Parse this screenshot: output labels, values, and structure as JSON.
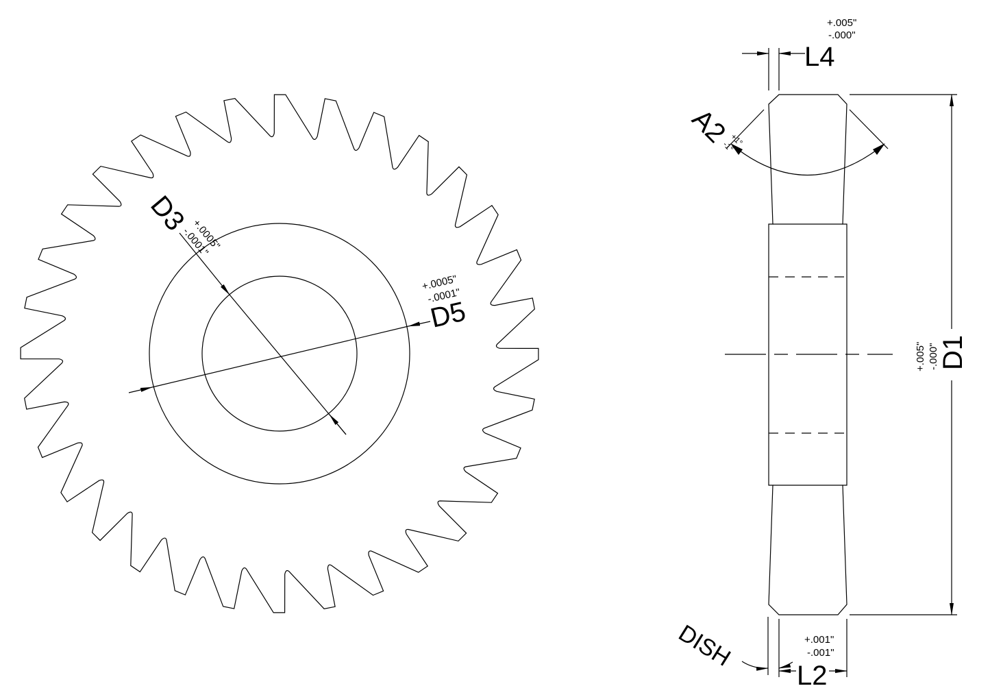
{
  "gear_view": {
    "tooth_count": 32,
    "labels": {
      "d3": {
        "name": "D3",
        "tol_plus": "+.0005\"",
        "tol_minus": "-.0001\""
      },
      "d5": {
        "name": "D5",
        "tol_plus": "+.0005\"",
        "tol_minus": "-.0001\""
      }
    }
  },
  "side_view": {
    "labels": {
      "l4": {
        "name": "L4",
        "tol_plus": "+.005\"",
        "tol_minus": "-.000\""
      },
      "a2": {
        "name": "A2",
        "tol_plus": "+1°",
        "tol_minus": "-1°"
      },
      "d1": {
        "name": "D1",
        "tol_plus": "+.005\"",
        "tol_minus": "-.000\""
      },
      "l2": {
        "name": "L2",
        "tol_plus": "+.001\"",
        "tol_minus": "-.001\""
      },
      "dish": {
        "name": "DISH"
      }
    }
  }
}
